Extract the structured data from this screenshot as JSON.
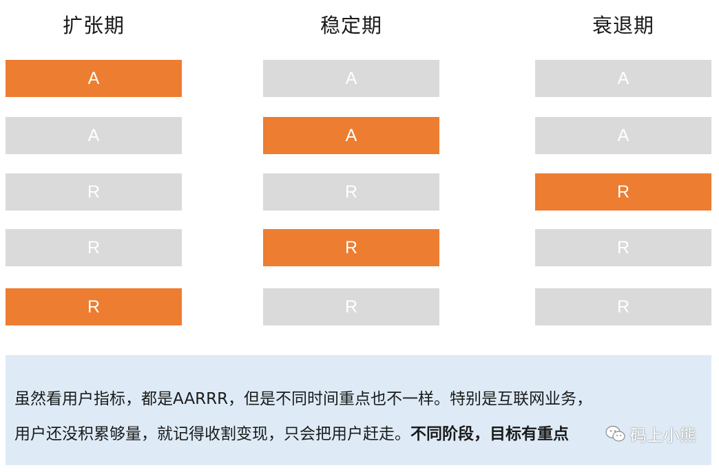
{
  "columns": [
    {
      "title": "扩张期",
      "blocks": [
        {
          "label": "A",
          "highlighted": true
        },
        {
          "label": "A",
          "highlighted": false
        },
        {
          "label": "R",
          "highlighted": false
        },
        {
          "label": "R",
          "highlighted": false
        },
        {
          "label": "R",
          "highlighted": true
        }
      ]
    },
    {
      "title": "稳定期",
      "blocks": [
        {
          "label": "A",
          "highlighted": false
        },
        {
          "label": "A",
          "highlighted": true
        },
        {
          "label": "R",
          "highlighted": false
        },
        {
          "label": "R",
          "highlighted": true
        },
        {
          "label": "R",
          "highlighted": false
        }
      ]
    },
    {
      "title": "衰退期",
      "blocks": [
        {
          "label": "A",
          "highlighted": false
        },
        {
          "label": "A",
          "highlighted": false
        },
        {
          "label": "R",
          "highlighted": true
        },
        {
          "label": "R",
          "highlighted": false
        },
        {
          "label": "R",
          "highlighted": false
        }
      ]
    }
  ],
  "note": {
    "line1": "虽然看用户指标，都是AARRR，但是不同时间重点也不一样。特别是互联网业务，",
    "line2_plain": "用户还没积累够量，就记得收割变现，只会把用户赶走。",
    "line2_bold": "不同阶段，目标有重点"
  },
  "watermark": {
    "text": "码上小熊",
    "icon": "wechat-icon"
  },
  "colors": {
    "highlight": "#ed7d31",
    "inactive": "#dadada",
    "note_background": "#deebf7"
  }
}
